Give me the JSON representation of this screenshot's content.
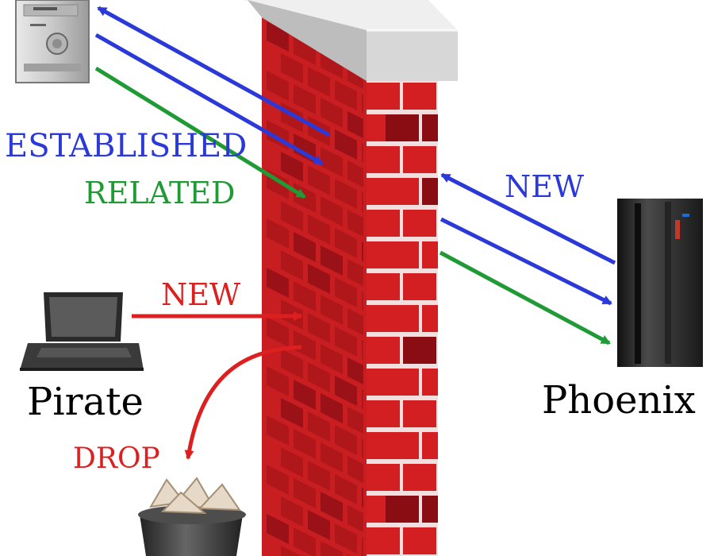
{
  "labels": {
    "established": "ESTABLISHED",
    "related": "RELATED",
    "new_right": "NEW",
    "new_left": "NEW",
    "pirate": "Pirate",
    "phoenix": "Phoenix",
    "drop": "DROP"
  },
  "colors": {
    "established": "#2b39d8",
    "related": "#1f9a35",
    "new_attack": "#dd1f1f",
    "brick": "#d41f22",
    "brick_dark": "#8a0d14",
    "mortar": "#f2d7d7",
    "cap": "#d9d9d9"
  },
  "icons": {
    "desktop": "desktop-computer-icon",
    "laptop": "laptop-icon",
    "server": "rack-server-icon",
    "trash": "trash-bin-icon"
  }
}
